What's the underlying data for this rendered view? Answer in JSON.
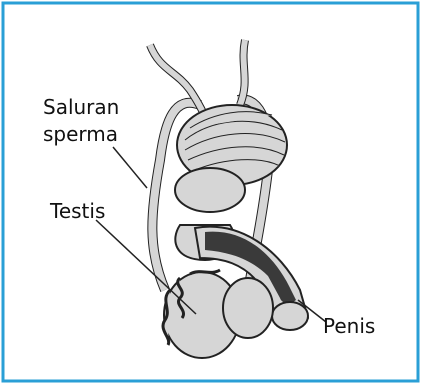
{
  "colors": {
    "frame_border": "#2a9fd6",
    "tissue_fill": "#d6d6d6",
    "tissue_dark": "#3a3a3a",
    "outline": "#222222"
  },
  "labels": {
    "saluran": "Saluran",
    "sperma": "sperma",
    "testis": "Testis",
    "penis": "Penis"
  }
}
